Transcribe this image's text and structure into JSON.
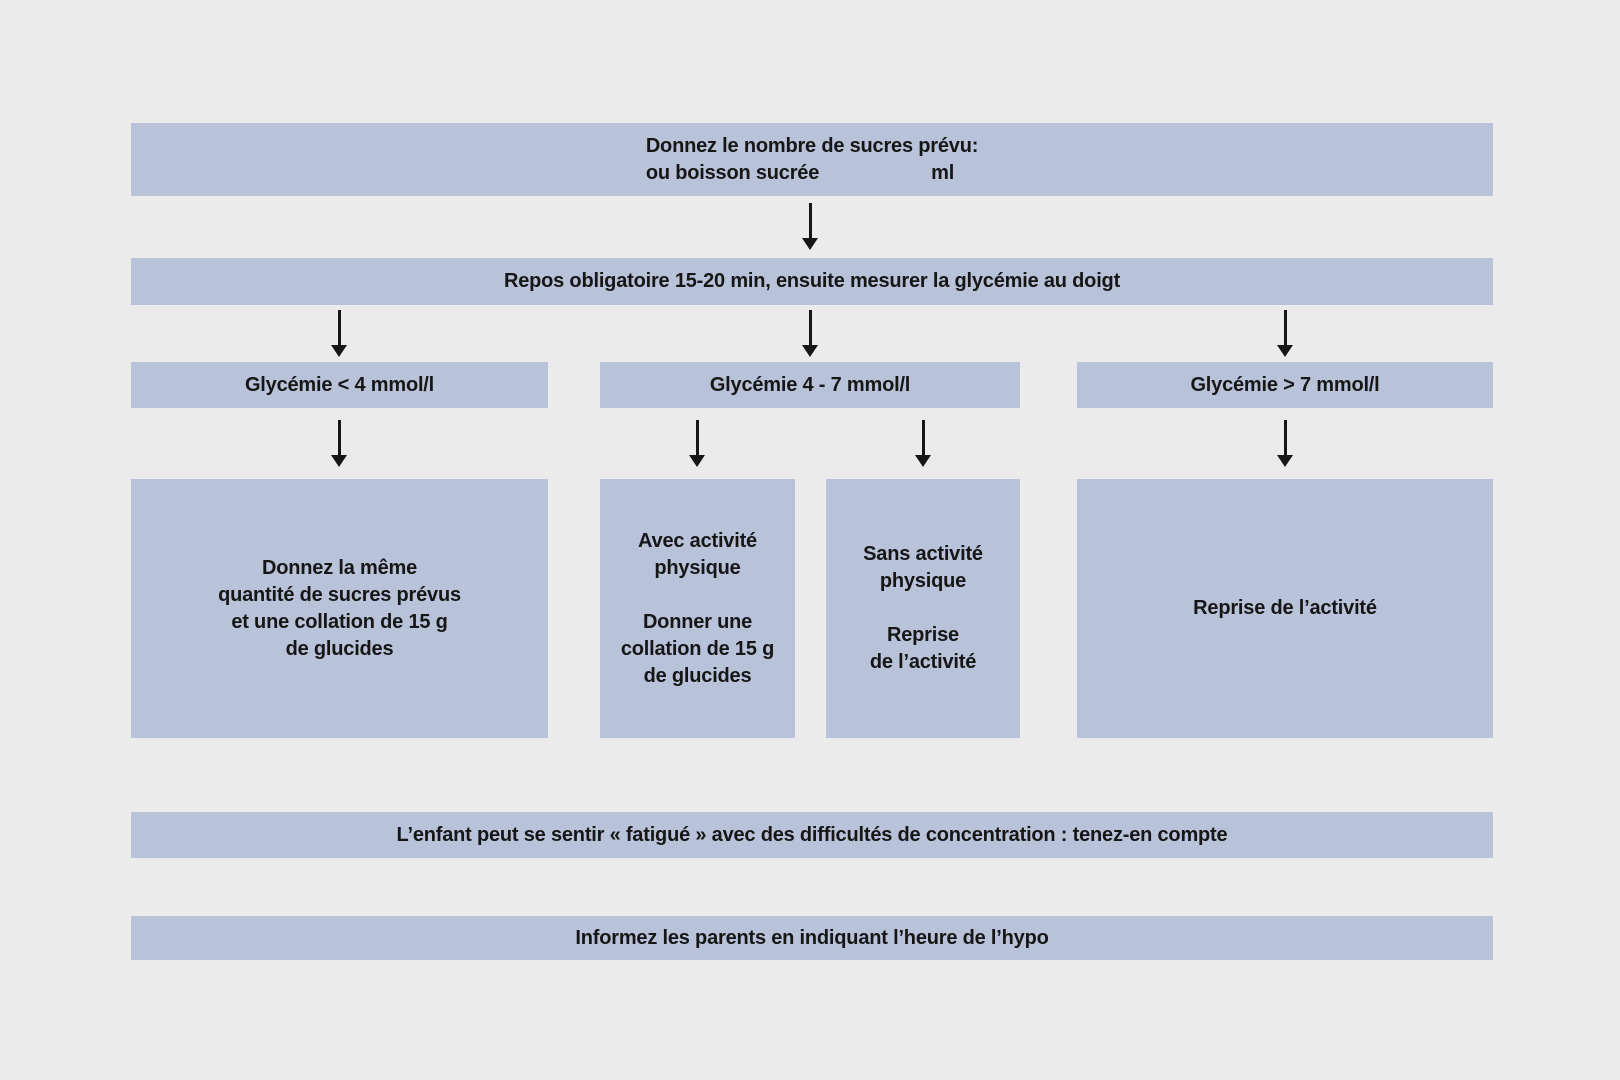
{
  "colors": {
    "background": "#ebebeb",
    "box_fill": "#b8c3da",
    "text_color": "#161616",
    "arrow_color": "#161616"
  },
  "flow": {
    "step1": {
      "line1": "Donnez le nombre de sucres prévu:",
      "line2_left": "ou boisson sucrée",
      "line2_right": "ml"
    },
    "step2": {
      "label": "Repos obligatoire 15-20 min, ensuite mesurer la glycémie au doigt"
    },
    "branch_low": {
      "header": "Glycémie < 4 mmol/l",
      "action_lines": [
        "Donnez la même",
        "quantité de sucres prévus",
        "et une collation de 15 g",
        "de glucides"
      ]
    },
    "branch_mid": {
      "header": "Glycémie 4 - 7 mmol/l",
      "with_activity_lines": [
        "Avec activité",
        "physique",
        "",
        "Donner une",
        "collation de 15 g",
        "de glucides"
      ],
      "without_activity_lines": [
        "Sans activité",
        "physique",
        "",
        "Reprise",
        "de l’activité"
      ]
    },
    "branch_high": {
      "header": "Glycémie > 7 mmol/l",
      "action": "Reprise de l’activité"
    },
    "note1": "L’enfant peut se sentir « fatigué » avec des difficultés de concentration : tenez-en compte",
    "note2": "Informez les parents en indiquant l’heure de l’hypo"
  }
}
